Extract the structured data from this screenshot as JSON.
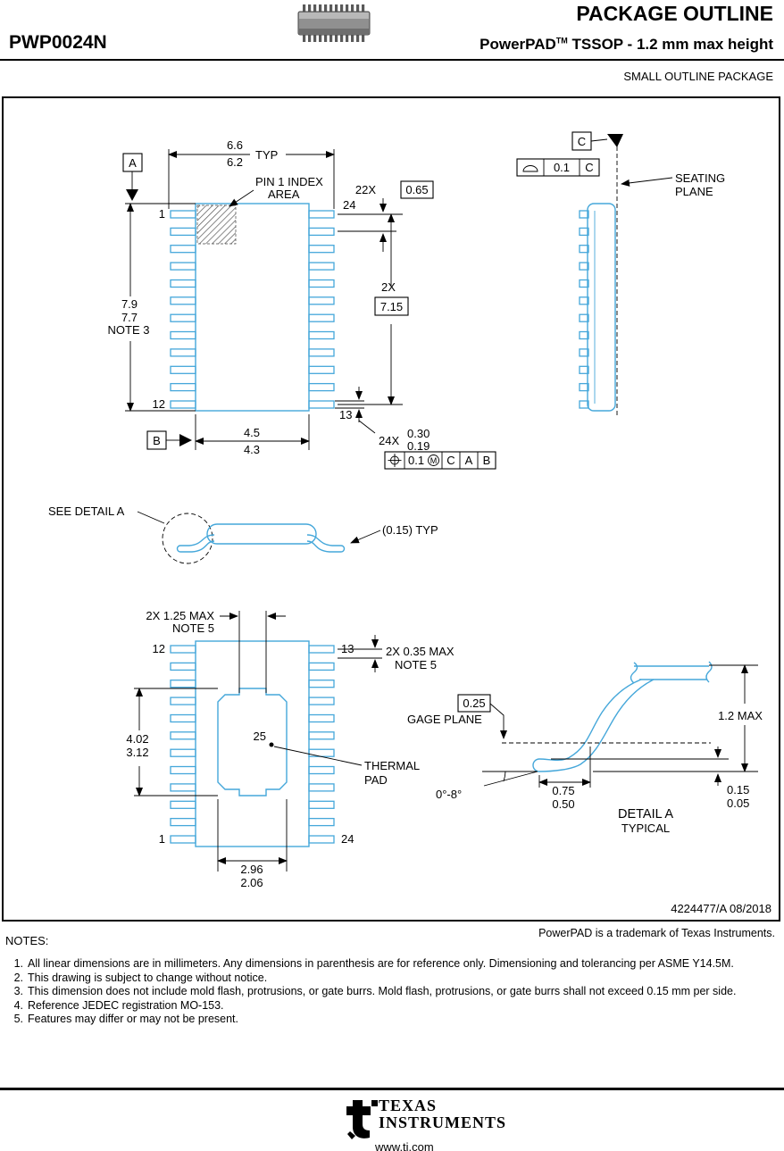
{
  "header": {
    "part_number": "PWP0024N",
    "title": "PACKAGE OUTLINE",
    "subtitle": "PowerPAD",
    "subtitle_tm": "TM",
    "subtitle_rest": " TSSOP - 1.2 mm max height",
    "package_type": "SMALL OUTLINE PACKAGE"
  },
  "top_view": {
    "width_upper": "6.6",
    "width_lower": "6.2",
    "width_typ": "TYP",
    "pin1_line1": "PIN 1 INDEX",
    "pin1_line2": "AREA",
    "pin_24": "24",
    "pin_1": "1",
    "pin_12": "12",
    "pin_13": "13",
    "pitch_qty": "22X",
    "pitch": "0.65",
    "datum_a": "A",
    "datum_b": "B",
    "length_upper": "7.9",
    "length_lower": "7.7",
    "length_note": "NOTE 3",
    "span_qty": "2X",
    "span": "7.15",
    "body_upper": "4.5",
    "body_lower": "4.3",
    "lead_qty": "24X",
    "lead_upper": "0.30",
    "lead_lower": "0.19",
    "fcf_tol": "0.1",
    "fcf_mod": "M",
    "fcf_d1": "C",
    "fcf_d2": "A",
    "fcf_d3": "B"
  },
  "side_view": {
    "datum_c": "C",
    "flat_tol": "0.1",
    "flat_datum": "C",
    "seating_line1": "SEATING",
    "seating_line2": "PLANE"
  },
  "lead_view": {
    "see_detail": "SEE DETAIL  A",
    "typ": "(0.15) TYP"
  },
  "bottom_view": {
    "tab_dim": "2X 1.25 MAX",
    "tab_note": "NOTE 5",
    "pin_12": "12",
    "pin_13": "13",
    "pin_1": "1",
    "pin_24": "24",
    "side_dim": "2X 0.35 MAX",
    "side_note": "NOTE 5",
    "pad_len_upper": "4.02",
    "pad_len_lower": "3.12",
    "pad_pin": "25",
    "thermal_line1": "THERMAL",
    "thermal_line2": "PAD",
    "pad_w_upper": "2.96",
    "pad_w_lower": "2.06"
  },
  "detail_a": {
    "gage_val": "0.25",
    "gage_label": "GAGE PLANE",
    "max_height": "1.2 MAX",
    "angle": "0°-8°",
    "foot_upper": "0.75",
    "foot_lower": "0.50",
    "thk_upper": "0.15",
    "thk_lower": "0.05",
    "title": "DETAIL A",
    "subtitle": "TYPICAL"
  },
  "drawing_meta": {
    "doc_rev_date": "4224477/A   08/2018"
  },
  "notes_section": {
    "trademark": "PowerPAD is a trademark of Texas Instruments.",
    "heading": "NOTES:",
    "notes": [
      {
        "num": "1.",
        "text": "All linear dimensions are in millimeters. Any dimensions in parenthesis are for reference only. Dimensioning and tolerancing per ASME Y14.5M."
      },
      {
        "num": "2.",
        "text": "This drawing is subject to change without notice."
      },
      {
        "num": "3.",
        "text": "This dimension does not include mold flash, protrusions, or gate burrs. Mold flash, protrusions, or gate burrs shall not exceed 0.15 mm per side."
      },
      {
        "num": "4.",
        "text": "Reference JEDEC registration MO-153."
      },
      {
        "num": "5.",
        "text": "Features may differ or may not be present."
      }
    ]
  },
  "footer": {
    "brand_line1": "TEXAS",
    "brand_line2": "INSTRUMENTS",
    "url": "www.ti.com"
  },
  "colors": {
    "drawing_blue": "#45A7DA",
    "line_black": "#000000"
  }
}
